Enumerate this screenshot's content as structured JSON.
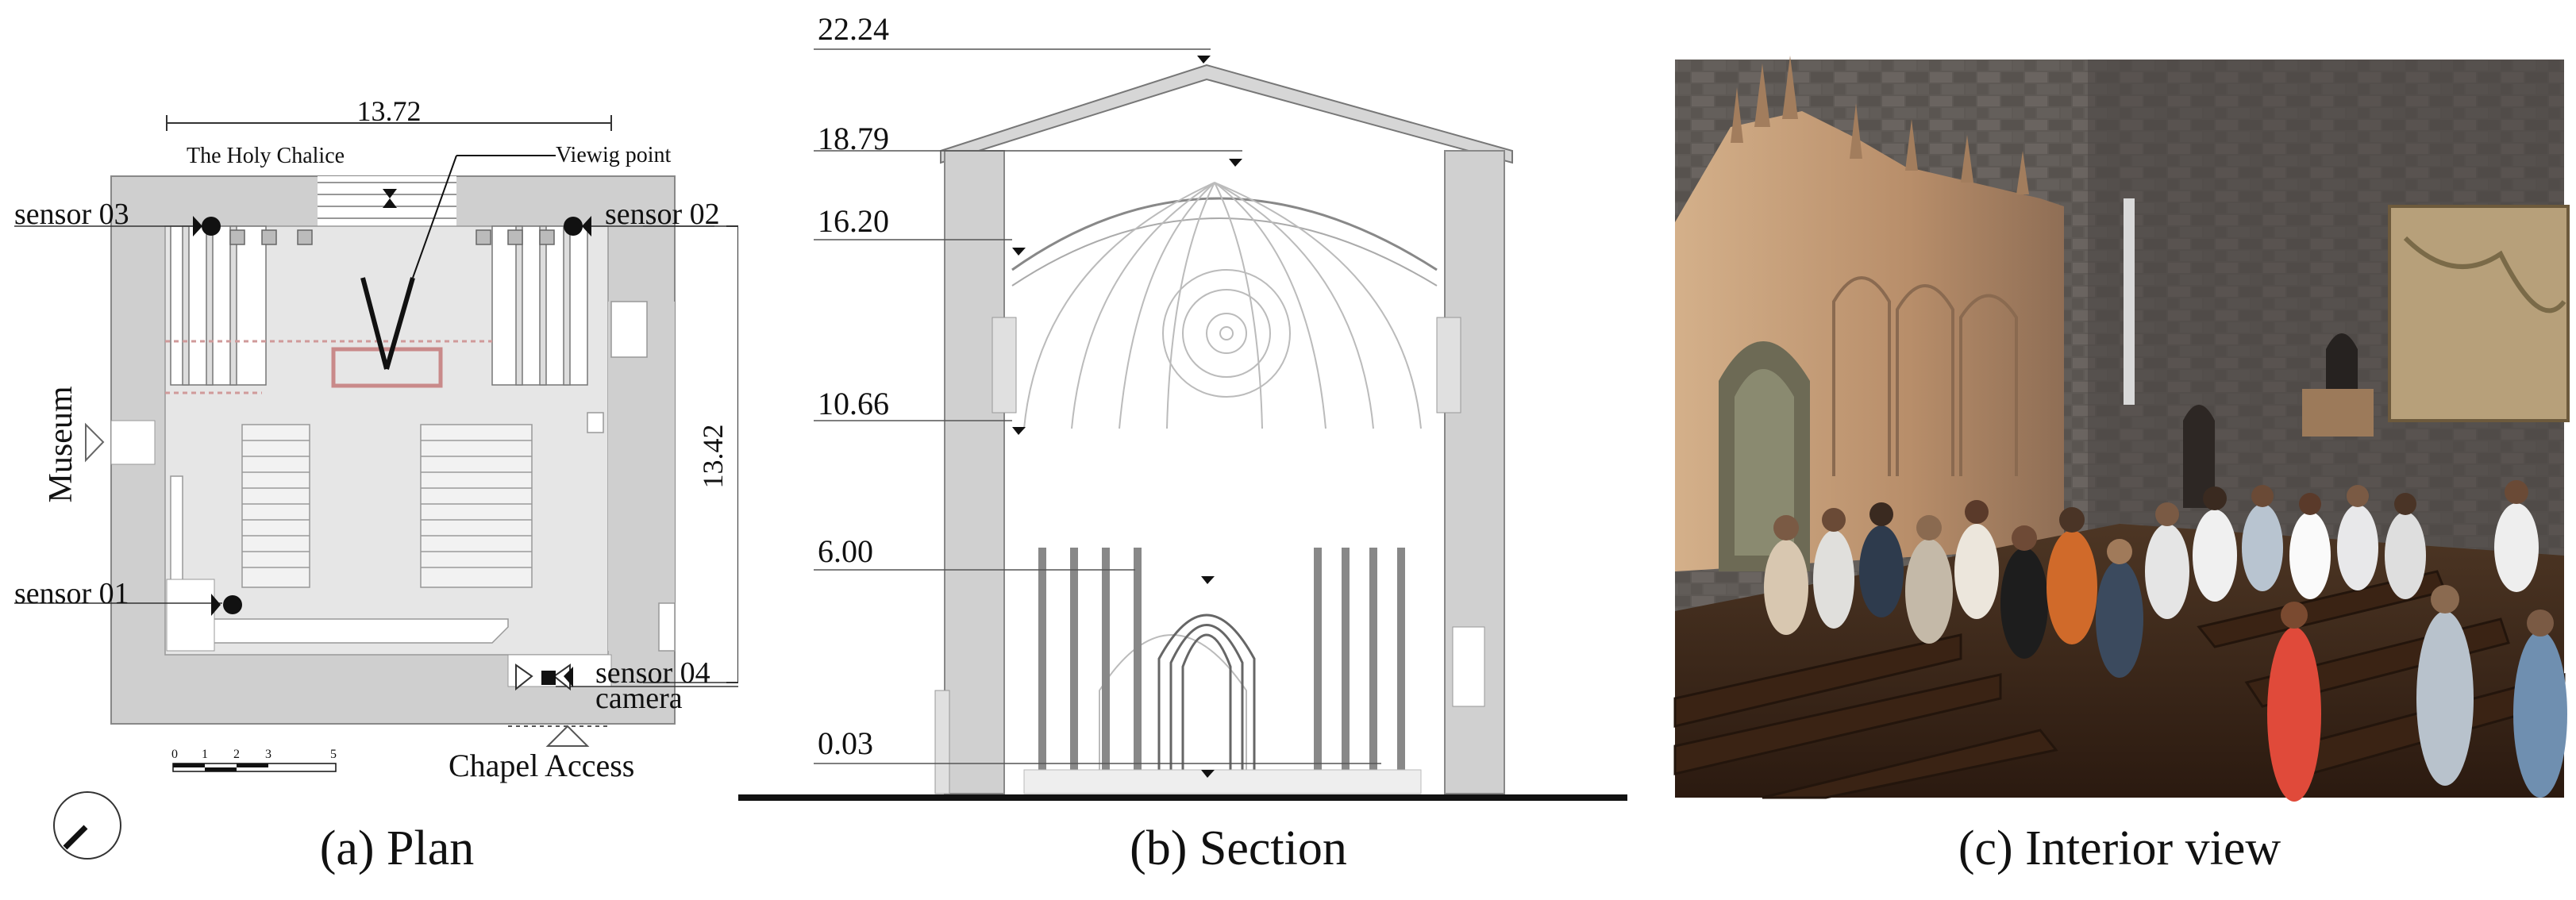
{
  "plan": {
    "caption": "(a) Plan",
    "width_dim": "13.72",
    "depth_dim": "13.42",
    "holy_chalice": "The Holy Chalice",
    "viewing_point": "Viewig point",
    "museum": "Museum",
    "chapel_access": "Chapel Access",
    "camera": "camera",
    "sensors": [
      "sensor 01",
      "sensor 02",
      "sensor 03",
      "sensor 04"
    ],
    "scale_ticks": [
      "0",
      "1",
      "2",
      "3",
      "5"
    ]
  },
  "section": {
    "caption": "(b) Section",
    "levels": [
      "22.24",
      "18.79",
      "16.20",
      "10.66",
      "6.00",
      "0.03"
    ]
  },
  "photo": {
    "caption": "(c) Interior view"
  },
  "colors": {
    "wall": "#cfcfcf",
    "floor": "#e6e6e6",
    "accent_red": "#c98a8a",
    "stone": "#5a5552",
    "altarpiece": "#c9a27c",
    "pews": "#4a2e1c"
  }
}
